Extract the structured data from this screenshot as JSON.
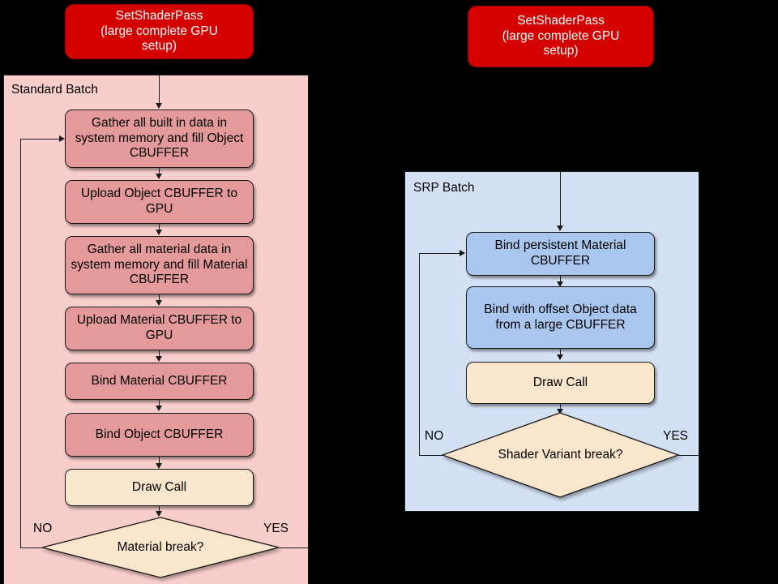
{
  "diagram": {
    "type": "flowchart",
    "title_hidden": true,
    "colors": {
      "background": "#000000",
      "standard_panel": "#f8cecc",
      "srp_panel": "#d4e1f5",
      "header_box": "#d40000",
      "standard_step": "#e49a9a",
      "srp_step": "#a9c6ef",
      "draw_call": "#fae5cd",
      "decision": "#fae5cd",
      "stroke": "#1a1a1a"
    }
  },
  "standard": {
    "header": "SetShaderPass\n(large complete GPU setup)",
    "header_line1": "SetShaderPass",
    "header_line2": "(large complete GPU",
    "header_line3": "setup)",
    "panel_title": "Standard Batch",
    "steps": [
      "Gather all built in data in system memory and fill Object CBUFFER",
      "Upload Object CBUFFER to GPU",
      "Gather all material data in system memory and fill Material CBUFFER",
      "Upload Material CBUFFER to GPU",
      "Bind Material CBUFFER",
      "Bind Object CBUFFER",
      "Draw Call"
    ],
    "decision": "Material break?",
    "edge_no": "NO",
    "edge_yes": "YES"
  },
  "srp": {
    "header_line1": "SetShaderPass",
    "header_line2": "(large complete GPU",
    "header_line3": "setup)",
    "panel_title": "SRP Batch",
    "steps": [
      "Bind persistent Material CBUFFER",
      "Bind with offset Object data from a large CBUFFER",
      "Draw Call"
    ],
    "decision": "Shader Variant break?",
    "edge_no": "NO",
    "edge_yes": "YES"
  }
}
